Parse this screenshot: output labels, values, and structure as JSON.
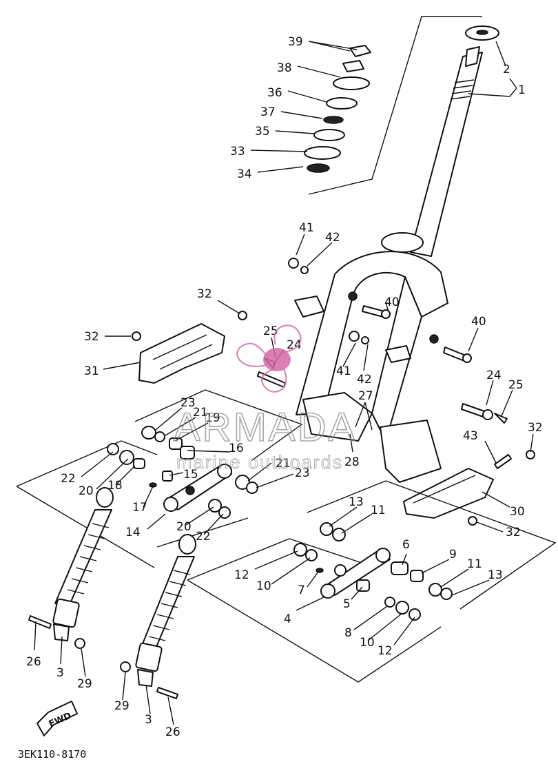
{
  "diagram": {
    "drawing_code": "3EK110-8170",
    "fwd_label": "FWD",
    "callouts": [
      {
        "id": "c39",
        "text": "39"
      },
      {
        "id": "c38",
        "text": "38"
      },
      {
        "id": "c36",
        "text": "36"
      },
      {
        "id": "c37",
        "text": "37"
      },
      {
        "id": "c35",
        "text": "35"
      },
      {
        "id": "c33",
        "text": "33"
      },
      {
        "id": "c34",
        "text": "34"
      },
      {
        "id": "c2",
        "text": "2"
      },
      {
        "id": "c1",
        "text": "1"
      },
      {
        "id": "c41a",
        "text": "41"
      },
      {
        "id": "c42a",
        "text": "42"
      },
      {
        "id": "c32a",
        "text": "32"
      },
      {
        "id": "c40a",
        "text": "40"
      },
      {
        "id": "c32b",
        "text": "32"
      },
      {
        "id": "c25a",
        "text": "25"
      },
      {
        "id": "c24a",
        "text": "24"
      },
      {
        "id": "c41b",
        "text": "41"
      },
      {
        "id": "c40b",
        "text": "40"
      },
      {
        "id": "c31",
        "text": "31"
      },
      {
        "id": "c42b",
        "text": "42"
      },
      {
        "id": "c24b",
        "text": "24"
      },
      {
        "id": "c25b",
        "text": "25"
      },
      {
        "id": "c27",
        "text": "27"
      },
      {
        "id": "c23a",
        "text": "23"
      },
      {
        "id": "c21a",
        "text": "21"
      },
      {
        "id": "c19",
        "text": "19"
      },
      {
        "id": "c32c",
        "text": "32"
      },
      {
        "id": "c43",
        "text": "43"
      },
      {
        "id": "c16",
        "text": "16"
      },
      {
        "id": "c28",
        "text": "28"
      },
      {
        "id": "c21b",
        "text": "21"
      },
      {
        "id": "c22a",
        "text": "22"
      },
      {
        "id": "c15",
        "text": "15"
      },
      {
        "id": "c23b",
        "text": "23"
      },
      {
        "id": "c20a",
        "text": "20"
      },
      {
        "id": "c18",
        "text": "18"
      },
      {
        "id": "c30",
        "text": "30"
      },
      {
        "id": "c13a",
        "text": "13"
      },
      {
        "id": "c11a",
        "text": "11"
      },
      {
        "id": "c17",
        "text": "17"
      },
      {
        "id": "c14",
        "text": "14"
      },
      {
        "id": "c20b",
        "text": "20"
      },
      {
        "id": "c22b",
        "text": "22"
      },
      {
        "id": "c32d",
        "text": "32"
      },
      {
        "id": "c6",
        "text": "6"
      },
      {
        "id": "c9",
        "text": "9"
      },
      {
        "id": "c12a",
        "text": "12"
      },
      {
        "id": "c11b",
        "text": "11"
      },
      {
        "id": "c13b",
        "text": "13"
      },
      {
        "id": "c10a",
        "text": "10"
      },
      {
        "id": "c7",
        "text": "7"
      },
      {
        "id": "c5",
        "text": "5"
      },
      {
        "id": "c4",
        "text": "4"
      },
      {
        "id": "c8",
        "text": "8"
      },
      {
        "id": "c26a",
        "text": "26"
      },
      {
        "id": "c3a",
        "text": "3"
      },
      {
        "id": "c29a",
        "text": "29"
      },
      {
        "id": "c10b",
        "text": "10"
      },
      {
        "id": "c12b",
        "text": "12"
      },
      {
        "id": "c29b",
        "text": "29"
      },
      {
        "id": "c3b",
        "text": "3"
      },
      {
        "id": "c26b",
        "text": "26"
      }
    ]
  },
  "watermark": {
    "title": "ARMADA",
    "subtitle": "marine outboards",
    "color": "#d46aa6"
  }
}
